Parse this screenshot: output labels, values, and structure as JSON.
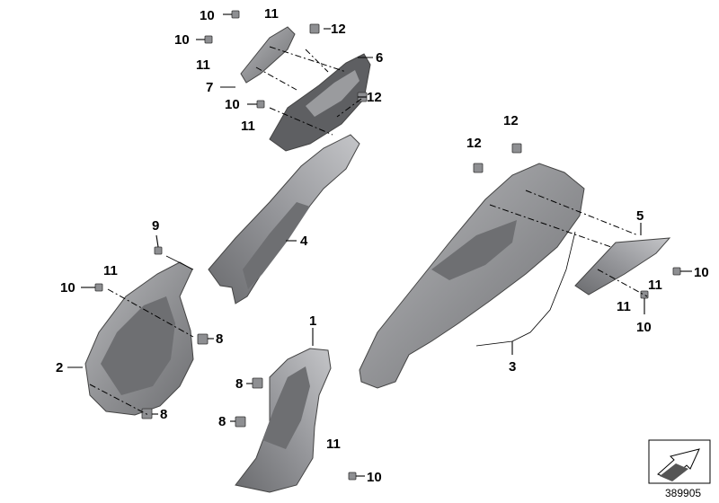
{
  "callouts": {
    "p1": "1",
    "p2": "2",
    "p3": "3",
    "p4": "4",
    "p5": "5",
    "p6": "6",
    "p7": "7",
    "p8a": "8",
    "p8b": "8",
    "p8c": "8",
    "p8d": "8",
    "p9": "9",
    "p10a": "10",
    "p10b": "10",
    "p10c": "10",
    "p10d": "10",
    "p10e": "10",
    "p10f": "10",
    "p11a": "11",
    "p11b": "11",
    "p11c": "11",
    "p11d": "11",
    "p11e": "11",
    "p11f": "11",
    "p11g": "11",
    "p12a": "12",
    "p12b": "12",
    "p12c": "12",
    "p12d": "12"
  },
  "doc_number": "389905",
  "colors": {
    "part_fill": "#8e8f92",
    "part_light": "#b9babd",
    "part_dark": "#5e5f62",
    "line": "#000000"
  },
  "icons": [
    "orientation-arrow-icon"
  ]
}
